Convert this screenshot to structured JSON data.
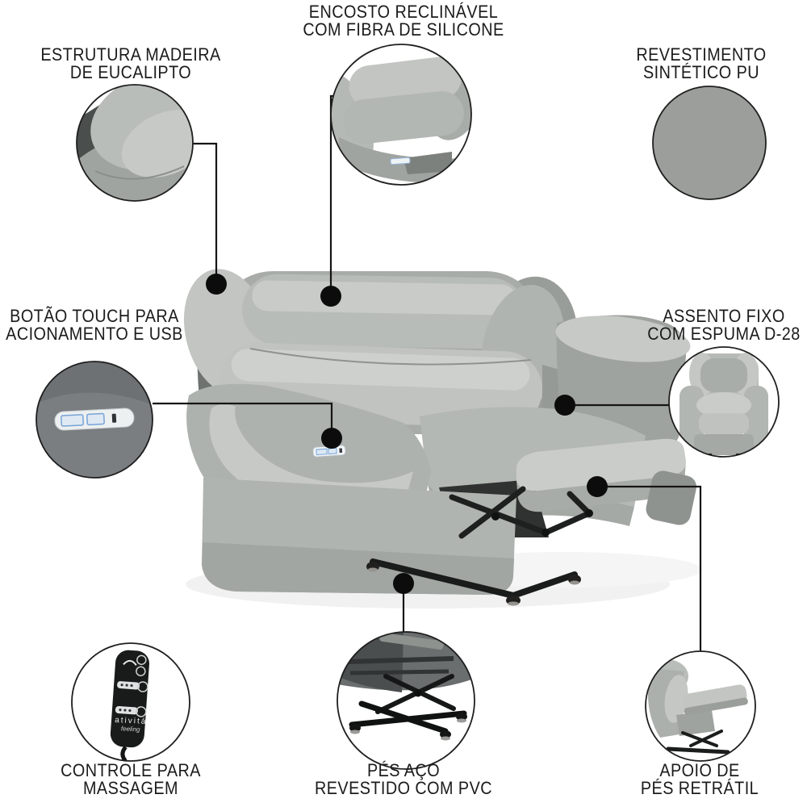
{
  "page": {
    "type": "product-feature-infographic",
    "language": "pt-BR",
    "background": "#ffffff"
  },
  "callouts": [
    {
      "id": "encosto",
      "line1": "ENCOSTO RECLINÁVEL",
      "line2": "COM FIBRA DE SILICONE",
      "position": "top-center",
      "has_connector": true
    },
    {
      "id": "estrutura",
      "line1": "ESTRUTURA MADEIRA",
      "line2": "DE EUCALIPTO",
      "position": "top-left",
      "has_connector": true
    },
    {
      "id": "revestimento",
      "line1": "REVESTIMENTO",
      "line2": "SINTÉTICO PU",
      "position": "top-right",
      "has_connector": false
    },
    {
      "id": "botao-touch",
      "line1": "BOTÃO TOUCH PARA",
      "line2": "ACIONAMENTO E USB",
      "position": "middle-left",
      "has_connector": true
    },
    {
      "id": "assento",
      "line1": "ASSENTO FIXO",
      "line2": "COM ESPUMA D-28",
      "position": "middle-right",
      "has_connector": true
    },
    {
      "id": "controle",
      "line1": "CONTROLE PARA",
      "line2": "MASSAGEM",
      "position": "bottom-left",
      "has_connector": false
    },
    {
      "id": "pes-aco",
      "line1": "PÉS AÇO",
      "line2": "REVESTIDO COM PVC",
      "position": "bottom-center",
      "has_connector": true
    },
    {
      "id": "apoio-pes",
      "line1": "APOIO DE",
      "line2": "PÉS RETRÁTIL",
      "position": "bottom-right",
      "has_connector": true
    }
  ],
  "remote_control": {
    "brand": "ativitá",
    "brand_script": "feeling"
  },
  "colors": {
    "text": "#1b1b1b",
    "connector_line": "#151515",
    "chair_light": "#c9ccc8",
    "chair_mid": "#b2b6b2",
    "chair_shadow": "#8f938f",
    "detail_panel_gray": "#7a7e80",
    "touch_button_blue": "#76a3d6",
    "pu_swatch_gray": "#9b9e9a",
    "mechanism_black": "#1d201f"
  }
}
